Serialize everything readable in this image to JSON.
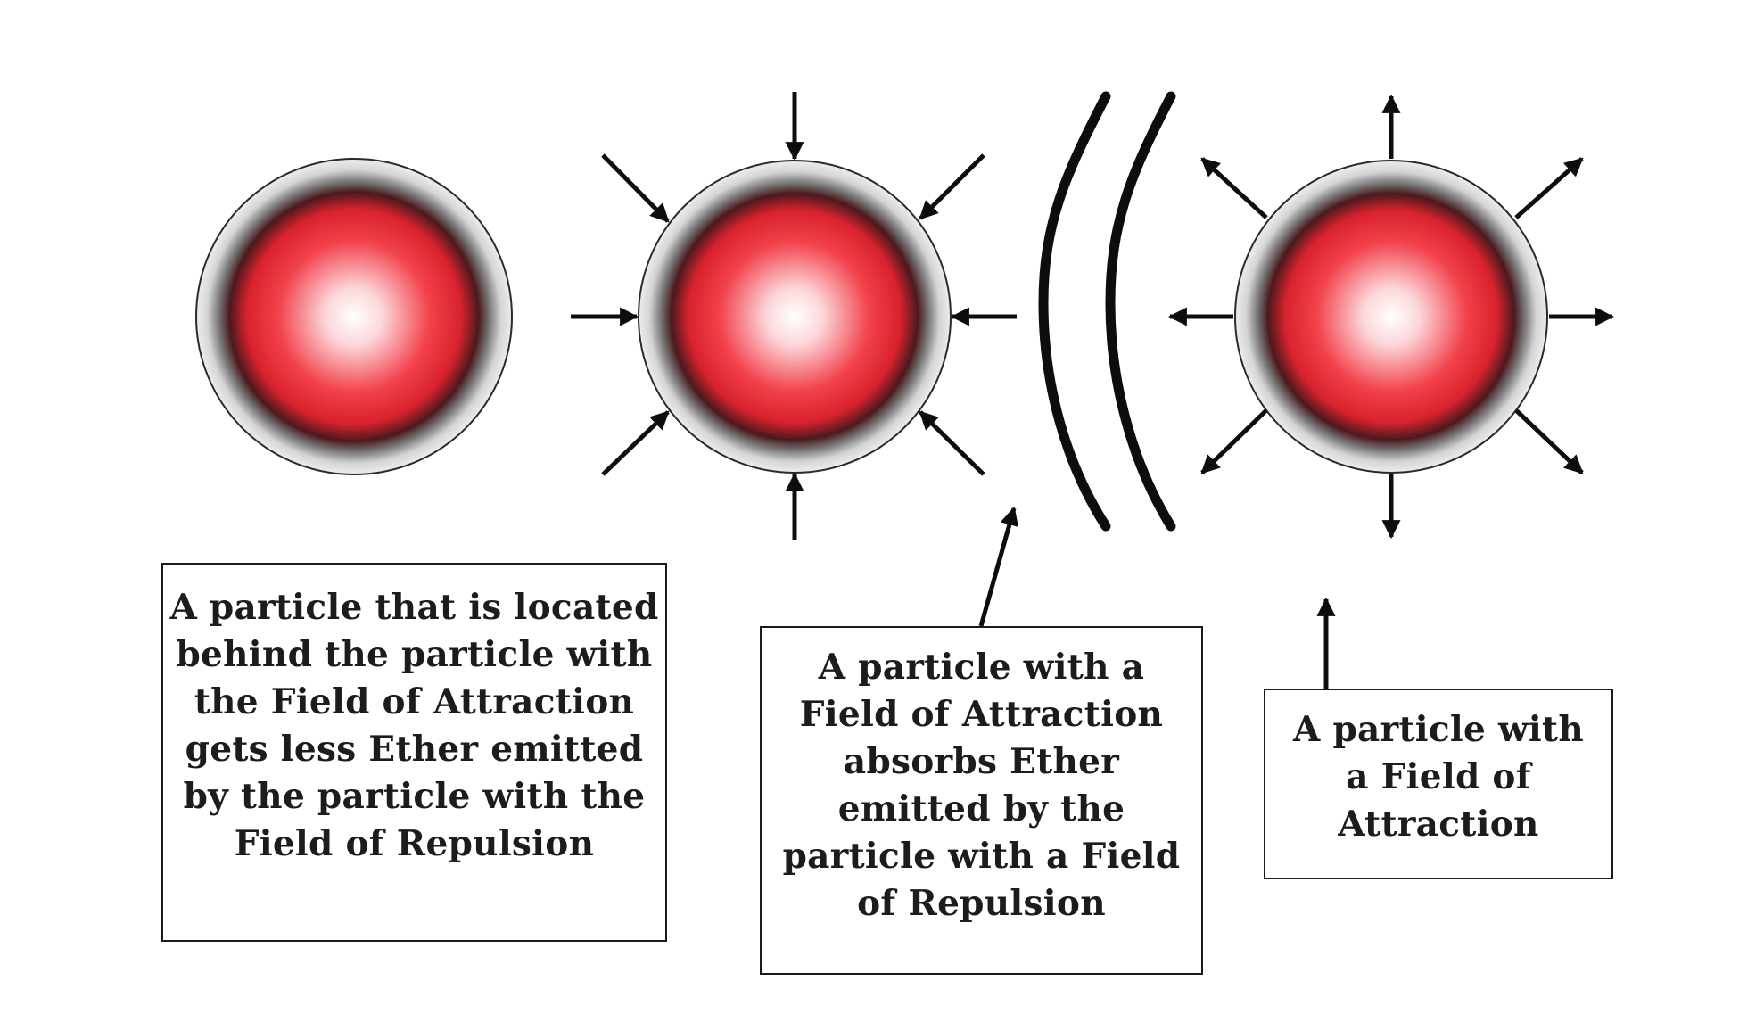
{
  "colors": {
    "particle_core": "#ffffff",
    "particle_red": "#ee2a36",
    "particle_dark_ring": "#3a1a1c",
    "particle_halo": "#e8e8e8",
    "ink": "#0d0d0d"
  },
  "particles": [
    {
      "role": "behind-particle",
      "field": "none"
    },
    {
      "role": "attraction-particle",
      "field": "inward-arrows"
    },
    {
      "role": "repulsion-particle",
      "field": "outward-arrows"
    }
  ],
  "captions": {
    "left": "A particle that is located\nbehind the particle with\nthe Field of Attraction\ngets less Ether emitted\nby the particle with the\nField of Repulsion",
    "middle": "A particle with a\nField of Attraction\nabsorbs Ether\nemitted by the\nparticle with a Field\nof Repulsion",
    "right": "A particle with\na Field of\nAttraction"
  }
}
